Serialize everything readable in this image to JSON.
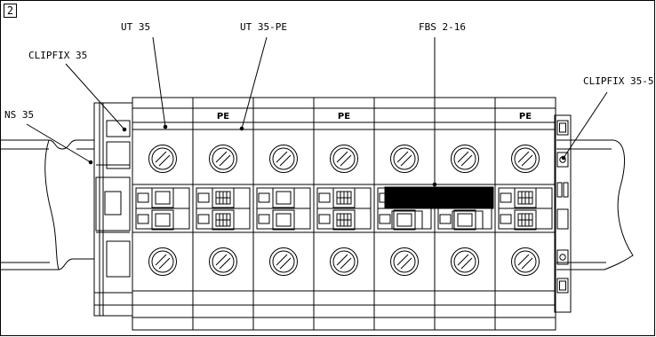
{
  "figure_number": "2",
  "labels": {
    "ut35": "UT 35",
    "ut35pe": "UT 35-PE",
    "fbs": "FBS 2-16",
    "clipfix35": "CLIPFIX 35",
    "ns35": "NS 35",
    "clipfix355": "CLIPFIX 35-5"
  },
  "pe_marking": "PE",
  "terminal_blocks": [
    "UT 35",
    "UT 35-PE",
    "UT 35",
    "UT 35-PE",
    "UT 35",
    "UT 35",
    "UT 35-PE"
  ],
  "colors": {
    "stroke": "#000000",
    "background": "#ffffff"
  }
}
